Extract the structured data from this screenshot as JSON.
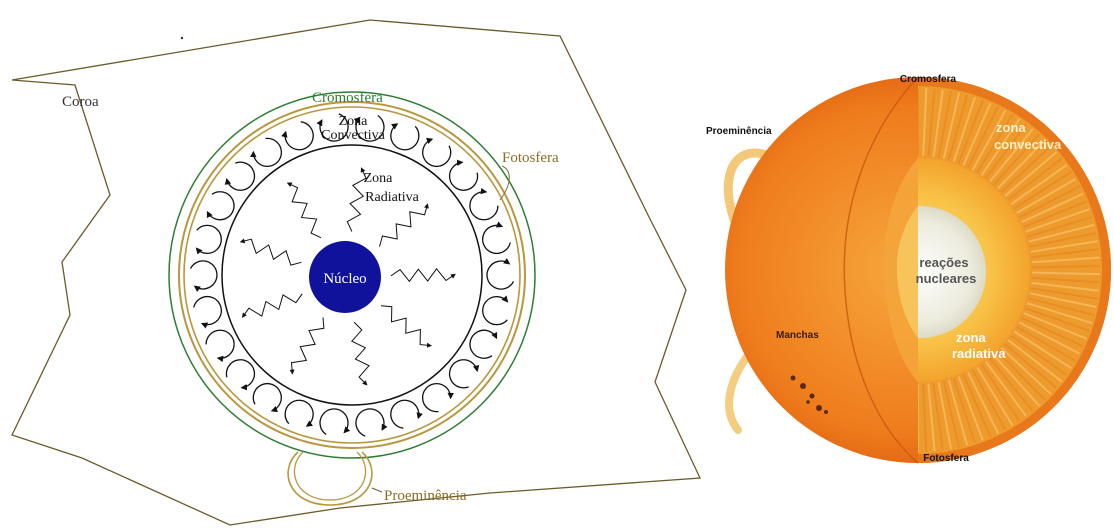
{
  "left_diagram": {
    "labels": {
      "corona": "Coroa",
      "chromosphere": "Cromosfera",
      "photosphere": "Fotosfera",
      "convective_line1": "Zona",
      "convective_line2": "Convectiva",
      "radiative_line1": "Zona",
      "radiative_line2": "Radiativa",
      "core": "Núcleo",
      "prominence": "Proeminência"
    },
    "colors": {
      "corona_outline": "#6b5a2a",
      "chromosphere": "#2e7d32",
      "photosphere": "#b8973e",
      "core_fill": "#10129c",
      "core_text": "#ffffff",
      "chromosphere_label": "#2e7d32",
      "photosphere_label": "#8a6d2a"
    }
  },
  "right_diagram": {
    "labels": {
      "chromosphere": "Cromosfera",
      "prominence": "Proeminência",
      "convective_line1": "zona",
      "convective_line2": "convectiva",
      "reactions_line1": "reações",
      "reactions_line2": "nucleares",
      "radiative_line1": "zona",
      "radiative_line2": "radiativa",
      "spots": "Manchas",
      "photosphere": "Fotosfera"
    },
    "colors": {
      "surface": "#f07a18",
      "convective": "#ee9b2e",
      "radiative": "#f6b632",
      "core": "#f2f0e4"
    }
  }
}
